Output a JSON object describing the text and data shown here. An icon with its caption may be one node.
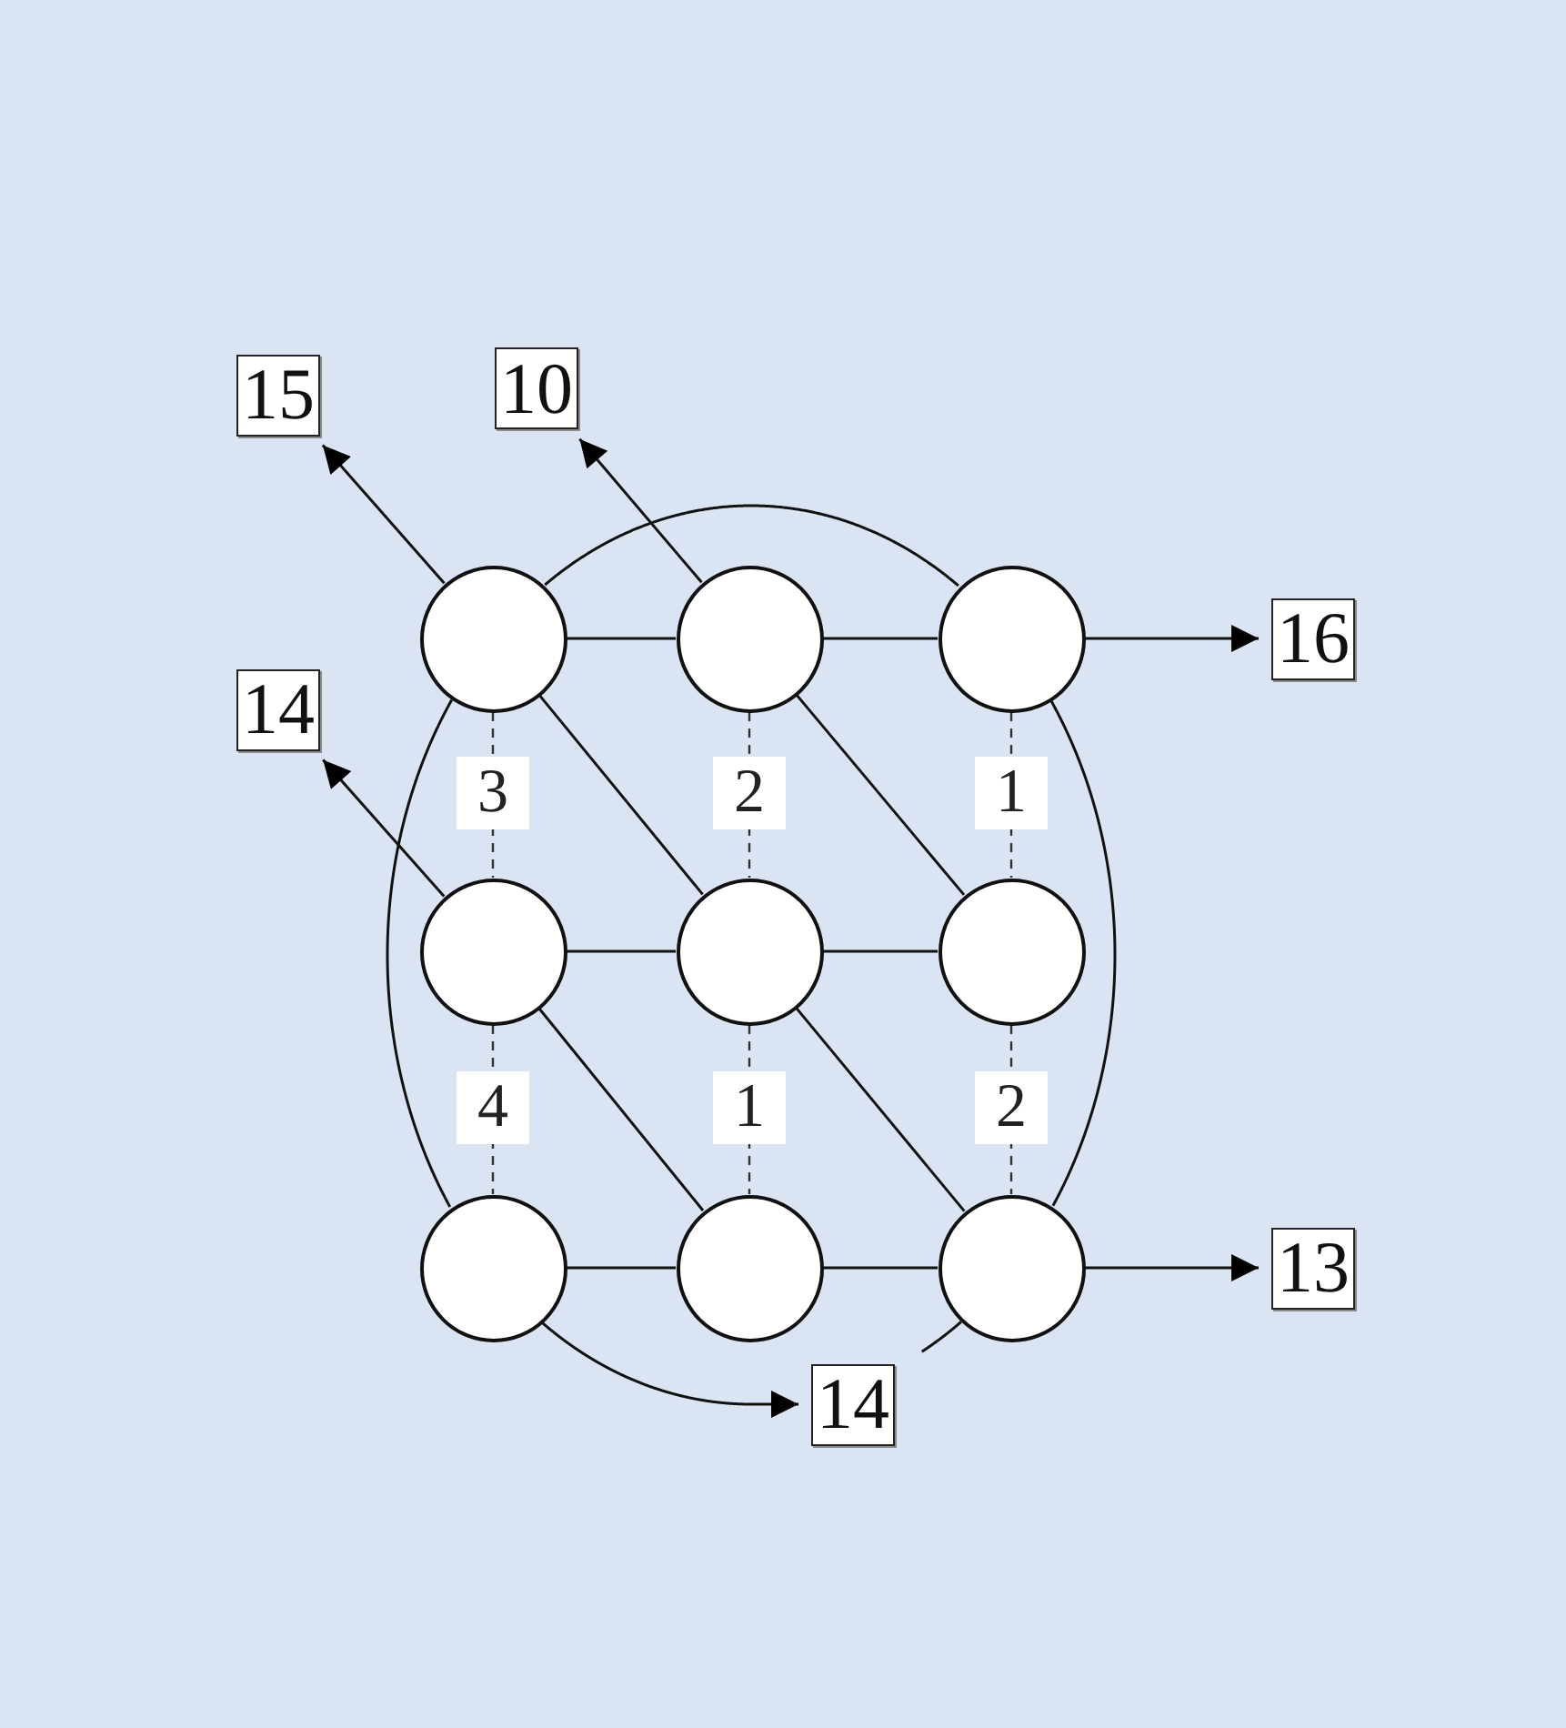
{
  "diagram": {
    "nodes": [
      {
        "text": [
          "15"
        ]
      },
      {
        "text": [
          "10"
        ]
      },
      {
        "text": [],
        "shape": "circle"
      },
      {
        "text": [],
        "shape": "circle"
      },
      {
        "text": [],
        "shape": "circle"
      },
      {
        "text": [
          "16"
        ]
      },
      {
        "text": [
          "14"
        ]
      },
      {
        "text": [],
        "shape": "circle"
      },
      {
        "text": [],
        "shape": "circle"
      },
      {
        "text": [],
        "shape": "circle"
      },
      {
        "text": [],
        "shape": "circle"
      },
      {
        "text": [],
        "shape": "circle"
      },
      {
        "text": [],
        "shape": "circle"
      },
      {
        "text": [
          "13"
        ]
      },
      {
        "text": [
          "14"
        ]
      }
    ],
    "edges": [
      {
        "from": 2,
        "to": 0,
        "arrow": "to"
      },
      {
        "from": 3,
        "to": 1,
        "arrow": "to"
      },
      {
        "from": 4,
        "to": 5,
        "arrow": "to"
      },
      {
        "from": 7,
        "to": 6,
        "arrow": "to"
      },
      {
        "from": 12,
        "to": 13,
        "arrow": "to"
      },
      {
        "from": 10,
        "to": 14,
        "arrow": "to"
      },
      {
        "from": 2,
        "to": 3,
        "arrow": "none"
      },
      {
        "from": 3,
        "to": 4,
        "arrow": "none"
      },
      {
        "from": 7,
        "to": 8,
        "arrow": "none"
      },
      {
        "from": 8,
        "to": 9,
        "arrow": "none"
      },
      {
        "from": 10,
        "to": 11,
        "arrow": "none"
      },
      {
        "from": 11,
        "to": 12,
        "arrow": "none"
      },
      {
        "from": 2,
        "to": 8,
        "arrow": "none"
      },
      {
        "from": 3,
        "to": 9,
        "arrow": "none"
      },
      {
        "from": 7,
        "to": 11,
        "arrow": "none"
      },
      {
        "from": 8,
        "to": 12,
        "arrow": "none"
      },
      {
        "from": 2,
        "to": 7,
        "arrow": "none",
        "label": "3",
        "style": "dashed"
      },
      {
        "from": 3,
        "to": 8,
        "arrow": "none",
        "label": "2",
        "style": "dashed"
      },
      {
        "from": 4,
        "to": 9,
        "arrow": "none",
        "label": "1",
        "style": "dashed"
      },
      {
        "from": 7,
        "to": 10,
        "arrow": "none",
        "label": "4",
        "style": "dashed"
      },
      {
        "from": 8,
        "to": 11,
        "arrow": "none",
        "label": "1",
        "style": "dashed"
      },
      {
        "from": 9,
        "to": 12,
        "arrow": "none",
        "label": "2",
        "style": "dashed"
      },
      {
        "from": 2,
        "to": 4,
        "arrow": "none"
      },
      {
        "from": 4,
        "to": 12,
        "arrow": "none"
      },
      {
        "from": 2,
        "to": 10,
        "arrow": "none"
      },
      {
        "from": 12,
        "to": null,
        "arrow": "none"
      }
    ]
  }
}
